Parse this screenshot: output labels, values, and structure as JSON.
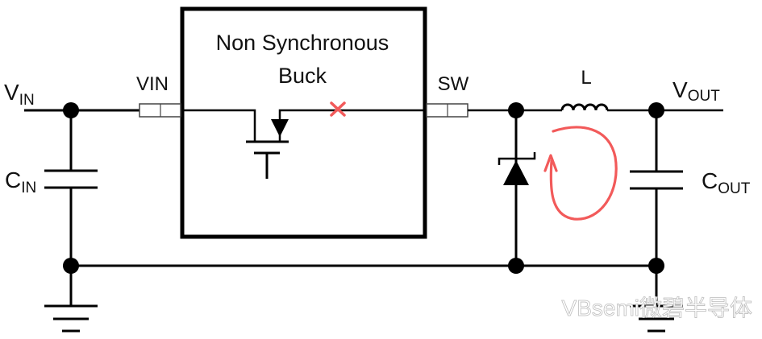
{
  "diagram": {
    "title_line1": "Non Synchronous",
    "title_line2": "Buck",
    "labels": {
      "vin_main": "V",
      "vin_sub": "IN",
      "cin_main": "C",
      "cin_sub": "IN",
      "vin_pin": "VIN",
      "sw_pin": "SW",
      "inductor": "L",
      "vout_main": "V",
      "vout_sub": "OUT",
      "cout_main": "C",
      "cout_sub": "OUT"
    },
    "annotations": {
      "open_marker": "x",
      "current_loop": "freewheeling current loop through diode and inductor"
    },
    "watermark": "VBsemi微碧半导体",
    "colors": {
      "wire": "#000000",
      "annotation": "#f25a5a",
      "watermark_stroke": "#bdbdbd"
    }
  }
}
